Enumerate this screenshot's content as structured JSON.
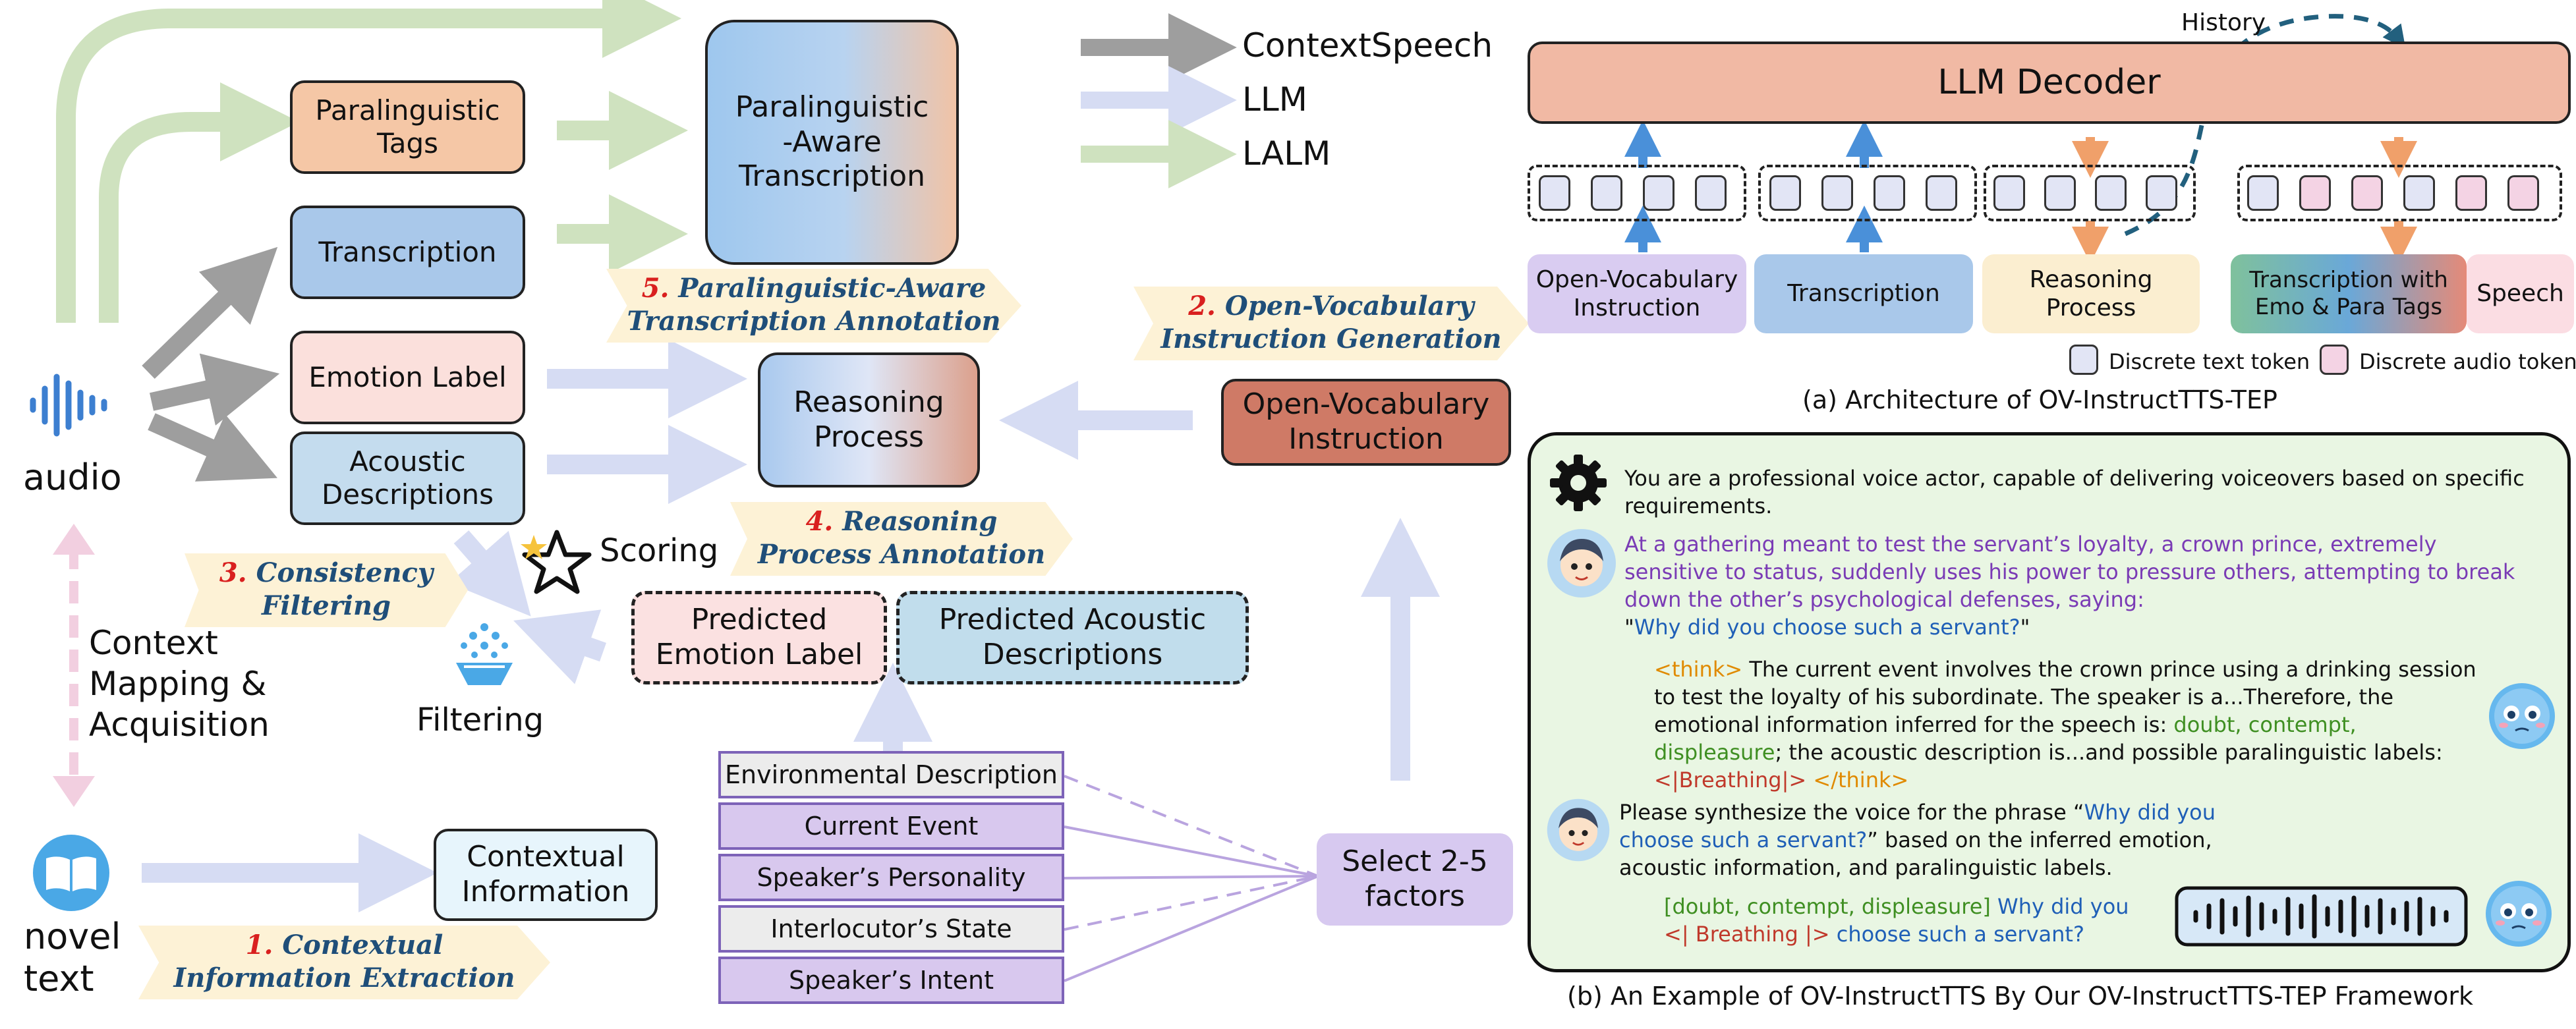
{
  "legend": {
    "context_speech": "ContextSpeech",
    "llm": "LLM",
    "lalm": "LALM",
    "colors": {
      "context_speech": "#9e9e9e",
      "llm": "#d6dcf3",
      "lalm": "#cfe2bf"
    }
  },
  "left": {
    "audio_label": "audio",
    "novel_label_1": "novel",
    "novel_label_2": "text",
    "boxes": {
      "paralinguistic_tags": "Paralinguistic Tags",
      "transcription": "Transcription",
      "emotion_label": "Emotion Label",
      "acoustic_descriptions": "Acoustic Descriptions",
      "pa_transcription": "Paralinguistic -Aware Transcription",
      "reasoning_process": "Reasoning Process",
      "ov_instruction": "Open-Vocabulary Instruction",
      "predicted_emotion": "Predicted Emotion Label",
      "predicted_acoustic": "Predicted Acoustic Descriptions",
      "contextual_information": "Contextual Information",
      "select_factors": "Select 2-5 factors"
    },
    "steps": {
      "s1_num": "1.",
      "s1_line1": "Contextual",
      "s1_line2": "Information Extraction",
      "s2_num": "2.",
      "s2_line1": "Open-Vocabulary",
      "s2_line2": "Instruction Generation",
      "s3_num": "3.",
      "s3_line1": "Consistency",
      "s3_line2": "Filtering",
      "s4_num": "4.",
      "s4_line1": "Reasoning",
      "s4_line2": "Process Annotation",
      "s5_num": "5.",
      "s5_line1": "Paralinguistic-Aware",
      "s5_line2": "Transcription Annotation"
    },
    "scoring": "Scoring",
    "filtering": "Filtering",
    "context_mapping": [
      "Context",
      "Mapping &",
      "Acquisition"
    ],
    "factors": [
      "Environmental Description",
      "Current Event",
      "Speaker’s Personality",
      "Interlocutor’s State",
      "Speaker’s Intent"
    ]
  },
  "architecture": {
    "decoder": "LLM Decoder",
    "history": "History",
    "inputs": {
      "ov_instruction": "Open-Vocabulary Instruction",
      "transcription": "Transcription",
      "reasoning": "Reasoning Process",
      "trans_tags": "Transcription with Emo & Para Tags",
      "speech": "Speech"
    },
    "legend_text": "Discrete text token",
    "legend_audio": "Discrete audio token",
    "caption": "(a) Architecture of OV-InstructTTS-TEP"
  },
  "example": {
    "system": "You are a professional voice actor, capable of delivering voiceovers based on specific requirements.",
    "user1_context": "At a gathering meant to test the servant’s loyalty, a crown prince, extremely sensitive to status, suddenly uses his power to pressure others, attempting to break down the other’s psychological defenses, saying:",
    "user1_quote_open": "\"",
    "user1_quote": "Why did you choose such a servant?",
    "user1_quote_close": "\"",
    "think_open": "<think>",
    "think_body_1": " The current event involves the crown prince using a drinking session to test the loyalty of his subordinate. The speaker is a...Therefore, the emotional information inferred for the speech is: ",
    "think_emotions": "doubt, contempt, displeasure",
    "think_body_2": "; the acoustic description is...and possible paralinguistic labels: ",
    "think_label": "<|Breathing|>",
    "think_close": " </think>",
    "user2_prefix": "Please synthesize the voice for the phrase “",
    "user2_quote": "Why did you choose such a servant?",
    "user2_suffix": "” based on the inferred emotion, acoustic information, and paralinguistic labels.",
    "out_tags": "[doubt, contempt, displeasure]",
    "out_text_1": " Why did you",
    "out_label": "<| Breathing |>",
    "out_text_2": " choose such a servant?",
    "caption": "(b) An Example of OV-InstructTTS By Our OV-InstructTTS-TEP Framework",
    "colors": {
      "context": "#7a3bb5",
      "quote": "#1f5fb7",
      "think": "#e08a00",
      "emotion": "#3f8f22",
      "label": "#c0392b"
    }
  }
}
